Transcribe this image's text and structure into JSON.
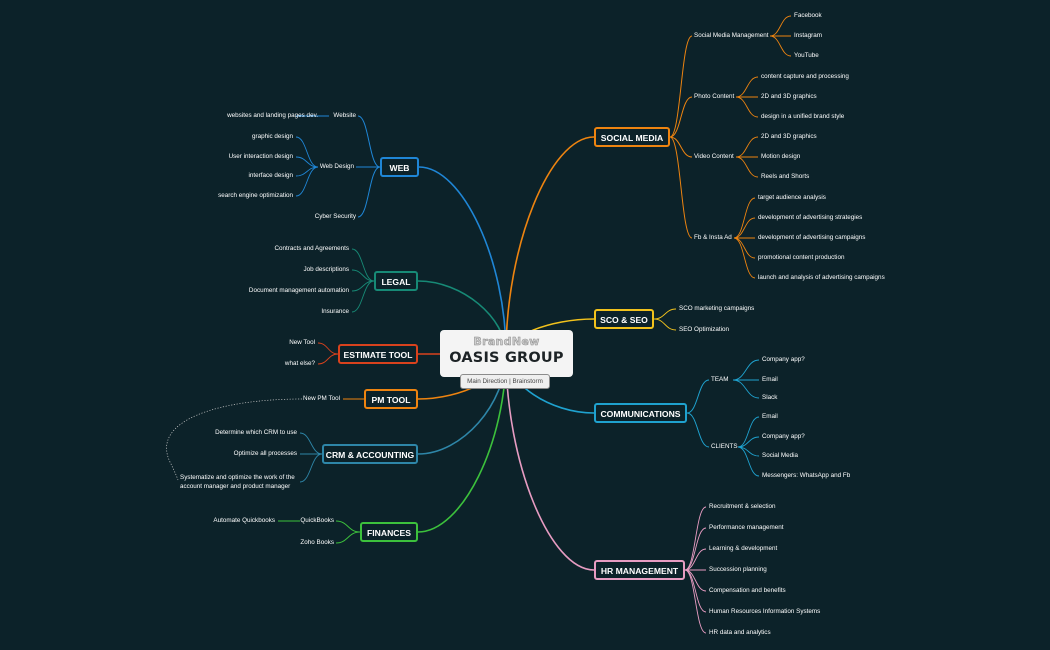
{
  "central": {
    "brand": "BrandNew",
    "title": "OASIS GROUP",
    "subtitle": "Main Direction | Brainstorm"
  },
  "colors": {
    "background": "#0c2229",
    "social": "#ee8410",
    "sco": "#f2c21c",
    "comms": "#1fa2cf",
    "hr": "#e79cc2",
    "web": "#1f86d6",
    "legal": "#178a76",
    "estimate": "#d9421d",
    "pm": "#ee8410",
    "crm": "#2e86a8",
    "finances": "#3cc13c"
  },
  "branches": {
    "social": {
      "label": "SOCIAL MEDIA",
      "subs": [
        {
          "label": "Social Media Management",
          "leaves": [
            "Facebook",
            "Instagram",
            "YouTube"
          ]
        },
        {
          "label": "Photo Content",
          "leaves": [
            "content capture and processing",
            "2D and 3D graphics",
            "design in a unified brand style"
          ]
        },
        {
          "label": "Video Content",
          "leaves": [
            "2D and 3D graphics",
            "Motion design",
            "Reels and Shorts"
          ]
        },
        {
          "label": "Fb & Insta Ad",
          "leaves": [
            "target audience analysis",
            "development of advertising strategies",
            "development of advertising campaigns",
            "promotional content production",
            "launch and analysis of advertising campaigns"
          ]
        }
      ]
    },
    "sco": {
      "label": "SCO & SEO",
      "leaves": [
        "SCO marketing campaigns",
        "SEO Optimization"
      ]
    },
    "comms": {
      "label": "COMMUNICATIONS",
      "subs": [
        {
          "label": "TEAM",
          "leaves": [
            "Company app?",
            "Email",
            "Slack"
          ]
        },
        {
          "label": "CLIENTS",
          "leaves": [
            "Email",
            "Company app?",
            "Social Media",
            "Messengers: WhatsApp and Fb"
          ]
        }
      ]
    },
    "hr": {
      "label": "HR MANAGEMENT",
      "leaves": [
        "Recruitment & selection",
        "Performance management",
        "Learning & development",
        "Succession planning",
        "Compensation and benefits",
        "Human Resources Information Systems",
        "HR data and analytics"
      ]
    },
    "web": {
      "label": "WEB",
      "subs": [
        {
          "label": "Website",
          "leaves": [
            "websites and landing pages dev."
          ]
        },
        {
          "label": "Web Design",
          "leaves": [
            "graphic design",
            "User interaction design",
            "interface design",
            "search engine optimization"
          ]
        },
        {
          "label": "Cyber Security",
          "leaves": []
        }
      ]
    },
    "legal": {
      "label": "LEGAL",
      "leaves": [
        "Contracts and Agreements",
        "Job descriptions",
        "Document management automation",
        "Insurance"
      ]
    },
    "estimate": {
      "label": "ESTIMATE TOOL",
      "leaves": [
        "New Tool",
        "what else?"
      ]
    },
    "pm": {
      "label": "PM TOOL",
      "leaves": [
        "New PM Tool"
      ]
    },
    "crm": {
      "label": "CRM & ACCOUNTING",
      "leaves": [
        "Determine which CRM to use",
        "Optimize all processes",
        "Systematize and optimize the work of the",
        "account manager and product manager"
      ]
    },
    "finances": {
      "label": "FINANCES",
      "subs": [
        {
          "label": "QuickBooks",
          "leaves": [
            "Automate Quickbooks"
          ]
        },
        {
          "label": "Zoho Books",
          "leaves": []
        }
      ]
    }
  }
}
